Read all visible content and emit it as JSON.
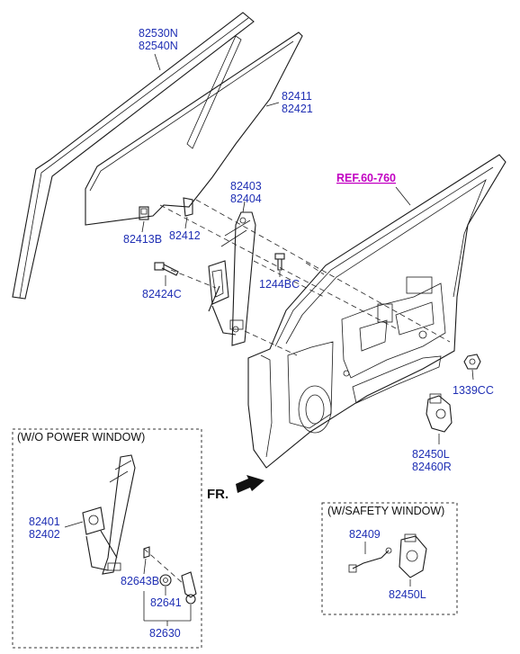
{
  "labels": {
    "seal_top": "82530N",
    "seal_bottom": "82540N",
    "glass_top": "82411",
    "glass_bottom": "82421",
    "ref": "REF.60-760",
    "reg_top": "82403",
    "reg_bottom": "82404",
    "clip_a": "82413B",
    "clip_b": "82412",
    "bolt_a": "82424C",
    "bolt_b": "1244BC",
    "nut": "1339CC",
    "motor_top": "82450L",
    "motor_bottom": "82460R",
    "fr": "FR.",
    "wo_title": "(W/O POWER WINDOW)",
    "wo_reg_top": "82401",
    "wo_reg_bottom": "82402",
    "wo_clip": "82643B",
    "wo_handle": "82641",
    "wo_set": "82630",
    "safety_title": "(W/SAFETY WINDOW)",
    "safety_cable": "82409",
    "safety_motor": "82450L"
  },
  "colors": {
    "part_number": "#1f2fb4",
    "reference": "#c200c2",
    "line": "#1a1a1a"
  }
}
